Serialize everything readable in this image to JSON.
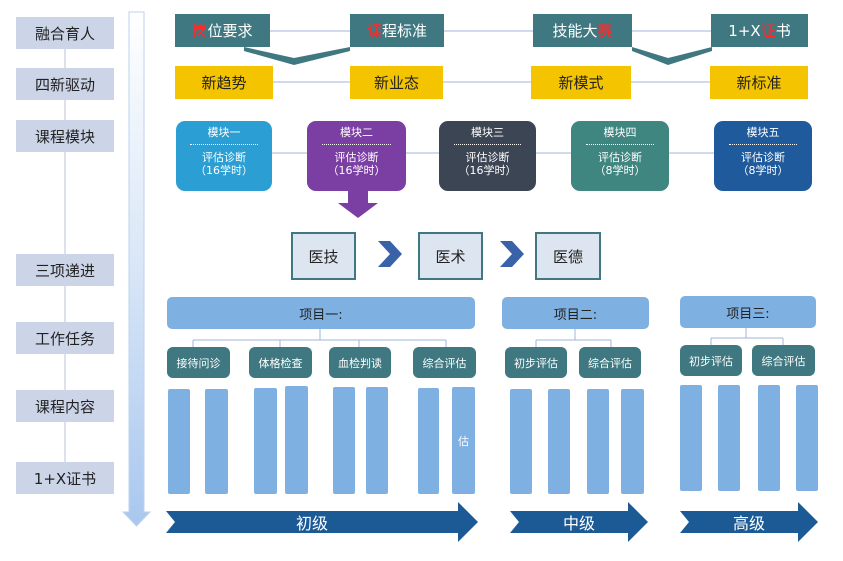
{
  "row_labels": [
    "融合育人",
    "四新驱动",
    "课程模块",
    "三项递进",
    "工作任务",
    "课程内容",
    "1+X证书"
  ],
  "top": [
    {
      "red": "岗",
      "rest": "位要求"
    },
    {
      "red": "课",
      "rest": "程标准"
    },
    {
      "pre": "技能大",
      "red": "赛"
    },
    {
      "pre": "1+X",
      "red": "证",
      "rest": "书"
    }
  ],
  "trends": [
    "新趋势",
    "新业态",
    "新模式",
    "新标准"
  ],
  "modules": [
    {
      "name": "模块一",
      "line1": "评估诊断",
      "line2": "（16学时）"
    },
    {
      "name": "模块二",
      "line1": "评估诊断",
      "line2": "（16学时）"
    },
    {
      "name": "模块三",
      "line1": "评估诊断",
      "line2": "（16学时）"
    },
    {
      "name": "模块四",
      "line1": "评估诊断",
      "line2": "（8学时）"
    },
    {
      "name": "模块五",
      "line1": "评估诊断",
      "line2": "（8学时）"
    }
  ],
  "skills": [
    "医技",
    "医术",
    "医德"
  ],
  "projects": [
    "项目一:",
    "项目二:",
    "项目三:"
  ],
  "tasks": [
    "接待问诊",
    "体格检查",
    "血检判读",
    "综合评估",
    "初步评估",
    "综合评估",
    "初步评估",
    "综合评估"
  ],
  "bar_text": "估",
  "levels": [
    "初级",
    "中级",
    "高级"
  ],
  "colors": {
    "teal": "#3f7880",
    "yellow": "#f4c400",
    "light_blue": "#7fb0e2",
    "arrow_blue": "#1b5a95",
    "mod1": "#2b9fd3",
    "mod2": "#7b3fa3",
    "mod3": "#3c4553",
    "mod4": "#3f8580",
    "mod5": "#1f5a9c"
  }
}
